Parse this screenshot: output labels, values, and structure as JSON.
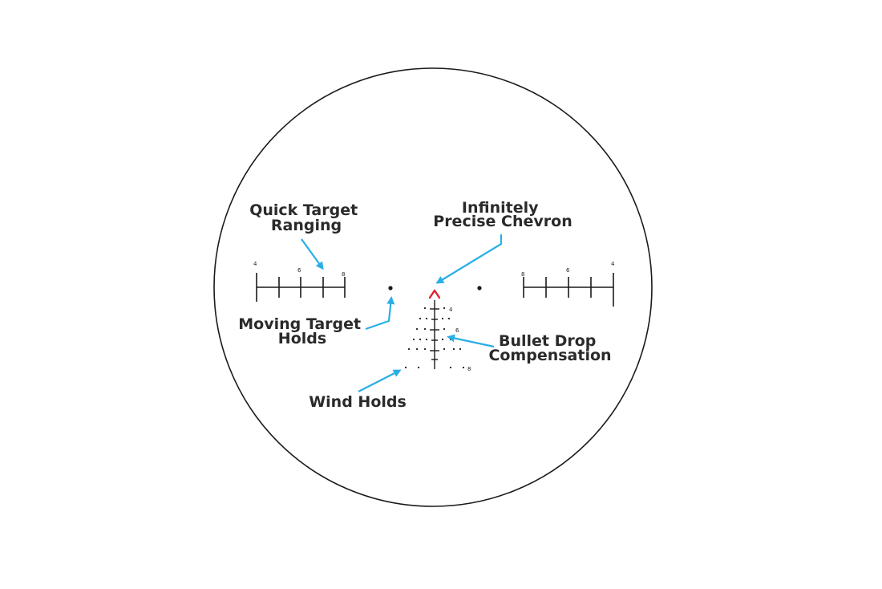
{
  "colors": {
    "background": "#ffffff",
    "reticle": "#1a1a1a",
    "chevron": "#e0202a",
    "callout_arrow": "#29aee6",
    "label_text": "#2a2a2a"
  },
  "callouts": {
    "quick_target_ranging": [
      "Quick Target",
      "Ranging"
    ],
    "infinitely_precise_chevron": [
      "Infinitely",
      "Precise Chevron"
    ],
    "moving_target_holds": [
      "Moving Target",
      "Holds"
    ],
    "bullet_drop_compensation": [
      "Bullet Drop",
      "Compensation"
    ],
    "wind_holds": [
      "Wind Holds"
    ]
  },
  "left_ranging_scale": {
    "labels": [
      "4",
      "6",
      "8"
    ]
  },
  "right_ranging_scale": {
    "labels": [
      "8",
      "6",
      "4"
    ]
  },
  "bdc_labels": [
    "4",
    "6",
    "8"
  ]
}
